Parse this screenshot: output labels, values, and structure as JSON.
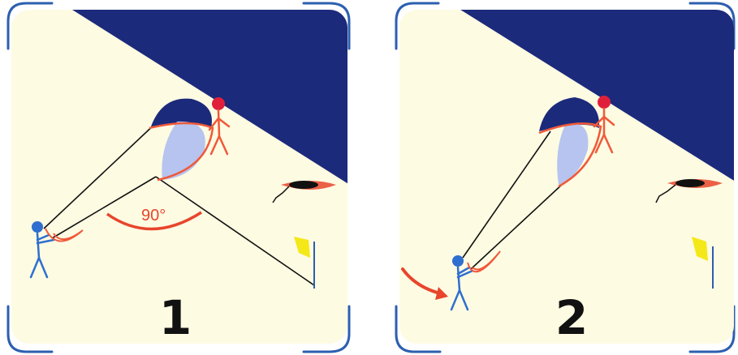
{
  "panels": [
    {
      "step_number": "1",
      "angle_label": "90°"
    },
    {
      "step_number": "2"
    }
  ],
  "colors": {
    "field": "#fdfbe2",
    "sky": "#1c2a7c",
    "frame": "#2c5fb0",
    "kite_dark": "#1c2a7c",
    "kite_light": "#b6c4ef",
    "kite_outline": "#f0593a",
    "flier": "#2f6fcf",
    "helper": "#f0593a",
    "helper_head": "#e0203a",
    "arrow": "#e8452c",
    "flag": "#f4e818",
    "lines": "#111111"
  },
  "icons": [
    "flier-figure",
    "helper-figure",
    "ground-stake-icon",
    "flag-icon",
    "curved-arrow-icon"
  ]
}
